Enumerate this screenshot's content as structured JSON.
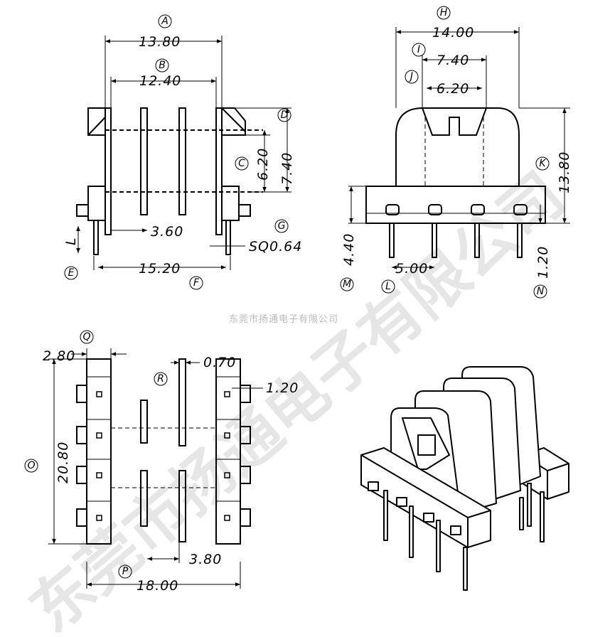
{
  "watermark": {
    "small_text": "东莞市扬通电子有限公司",
    "big_text": "东莞市扬通电子有限公司"
  },
  "front_view": {
    "labels": {
      "A": "A",
      "B": "B",
      "C": "C",
      "D": "D",
      "E": "E",
      "F": "F",
      "G": "G"
    },
    "dims": {
      "A": "13.80",
      "B": "12.40",
      "C": "6.20",
      "D": "7.40",
      "L": "L",
      "inner": "3.60",
      "F": "15.20",
      "G": "SQ0.64"
    }
  },
  "side_view": {
    "labels": {
      "H": "H",
      "I": "I",
      "J": "J",
      "K": "K",
      "L": "L",
      "M": "M",
      "N": "N"
    },
    "dims": {
      "H": "14.00",
      "I": "7.40",
      "J": "6.20",
      "K": "13.80",
      "M": "4.40",
      "L": "5.00",
      "N": "1.20"
    }
  },
  "bottom_view": {
    "labels": {
      "O": "O",
      "P": "P",
      "Q": "Q",
      "R": "R"
    },
    "dims": {
      "Q": "2.80",
      "R1": "0.70",
      "R2": "1.20",
      "O": "20.80",
      "inner": "3.80",
      "P": "18.00"
    }
  },
  "iso_view": {}
}
